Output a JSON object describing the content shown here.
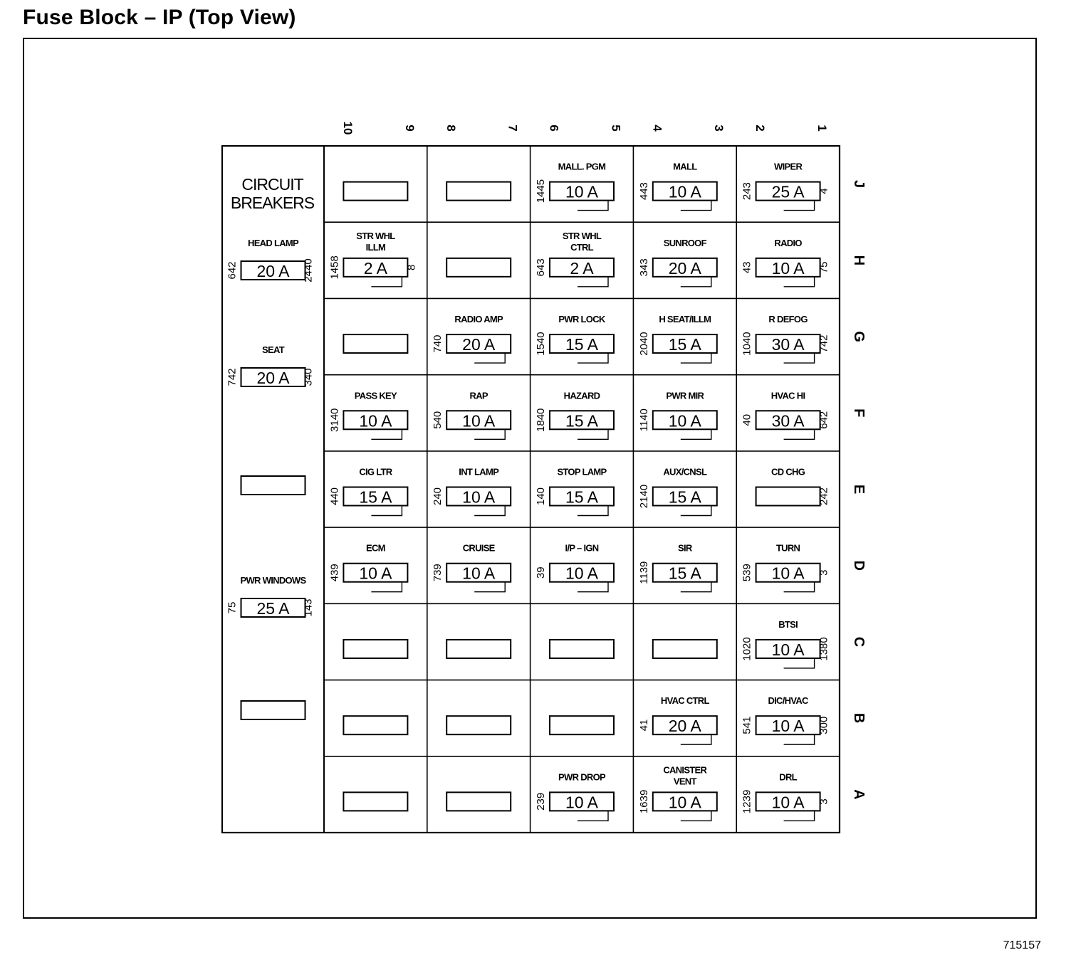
{
  "title": "Fuse Block – IP (Top View)",
  "figure_id": "715157",
  "circuit_breaker_heading": [
    "CIRCUIT",
    "BREAKERS"
  ],
  "column_numbers": [
    "10",
    "9",
    "8",
    "7",
    "6",
    "5",
    "4",
    "3",
    "2",
    "1"
  ],
  "row_letters": [
    "J",
    "H",
    "G",
    "F",
    "E",
    "D",
    "C",
    "B",
    "A"
  ],
  "circuit_breakers": [
    {
      "label": "HEAD LAMP",
      "rating": "20 A",
      "left": "642",
      "right": "2440"
    },
    {
      "label": "SEAT",
      "rating": "20 A",
      "left": "742",
      "right": "340"
    },
    {
      "label": "",
      "rating": "",
      "left": "",
      "right": ""
    },
    {
      "label": "PWR WINDOWS",
      "rating": "25 A",
      "left": "75",
      "right": "143"
    },
    {
      "label": "",
      "rating": "",
      "left": "",
      "right": ""
    }
  ],
  "fuses": [
    [
      {
        "label": "",
        "rating": "",
        "circuit": "",
        "right": ""
      },
      {
        "label": "",
        "rating": "",
        "circuit": "",
        "right": ""
      },
      {
        "label": "MALL. PGM",
        "rating": "10 A",
        "circuit": "1445",
        "right": ""
      },
      {
        "label": "MALL",
        "rating": "10 A",
        "circuit": "443",
        "right": ""
      },
      {
        "label": "WIPER",
        "rating": "25 A",
        "circuit": "243",
        "right": "4"
      }
    ],
    [
      {
        "label": "STR WHL ILLM",
        "rating": "2 A",
        "circuit": "1458",
        "right": "8"
      },
      {
        "label": "",
        "rating": "",
        "circuit": "",
        "right": ""
      },
      {
        "label": "STR WHL CTRL",
        "rating": "2 A",
        "circuit": "643",
        "right": ""
      },
      {
        "label": "SUNROOF",
        "rating": "20 A",
        "circuit": "343",
        "right": ""
      },
      {
        "label": "RADIO",
        "rating": "10 A",
        "circuit": "43",
        "right": "75"
      }
    ],
    [
      {
        "label": "",
        "rating": "",
        "circuit": "",
        "right": ""
      },
      {
        "label": "RADIO AMP",
        "rating": "20 A",
        "circuit": "740",
        "right": ""
      },
      {
        "label": "PWR LOCK",
        "rating": "15 A",
        "circuit": "1540",
        "right": ""
      },
      {
        "label": "H SEAT/ILLM",
        "rating": "15 A",
        "circuit": "2040",
        "right": ""
      },
      {
        "label": "R DEFOG",
        "rating": "30 A",
        "circuit": "1040",
        "right": "742"
      }
    ],
    [
      {
        "label": "PASS KEY",
        "rating": "10 A",
        "circuit": "3140",
        "right": ""
      },
      {
        "label": "RAP",
        "rating": "10 A",
        "circuit": "540",
        "right": ""
      },
      {
        "label": "HAZARD",
        "rating": "15 A",
        "circuit": "1840",
        "right": ""
      },
      {
        "label": "PWR MIR",
        "rating": "10 A",
        "circuit": "1140",
        "right": ""
      },
      {
        "label": "HVAC HI",
        "rating": "30 A",
        "circuit": "40",
        "right": "642"
      }
    ],
    [
      {
        "label": "CIG LTR",
        "rating": "15 A",
        "circuit": "440",
        "right": ""
      },
      {
        "label": "INT LAMP",
        "rating": "10 A",
        "circuit": "240",
        "right": ""
      },
      {
        "label": "STOP LAMP",
        "rating": "15 A",
        "circuit": "140",
        "right": ""
      },
      {
        "label": "AUX/CNSL",
        "rating": "15 A",
        "circuit": "2140",
        "right": ""
      },
      {
        "label": "CD CHG",
        "rating": "",
        "circuit": "",
        "right": "242"
      }
    ],
    [
      {
        "label": "ECM",
        "rating": "10 A",
        "circuit": "439",
        "right": ""
      },
      {
        "label": "CRUISE",
        "rating": "10 A",
        "circuit": "739",
        "right": ""
      },
      {
        "label": "I/P – IGN",
        "rating": "10 A",
        "circuit": "39",
        "right": ""
      },
      {
        "label": "SIR",
        "rating": "15 A",
        "circuit": "1139",
        "right": ""
      },
      {
        "label": "TURN",
        "rating": "10 A",
        "circuit": "539",
        "right": "3"
      }
    ],
    [
      {
        "label": "",
        "rating": "",
        "circuit": "",
        "right": ""
      },
      {
        "label": "",
        "rating": "",
        "circuit": "",
        "right": ""
      },
      {
        "label": "",
        "rating": "",
        "circuit": "",
        "right": ""
      },
      {
        "label": "",
        "rating": "",
        "circuit": "",
        "right": ""
      },
      {
        "label": "BTSI",
        "rating": "10 A",
        "circuit": "1020",
        "right": "1380"
      }
    ],
    [
      {
        "label": "",
        "rating": "",
        "circuit": "",
        "right": ""
      },
      {
        "label": "",
        "rating": "",
        "circuit": "",
        "right": ""
      },
      {
        "label": "",
        "rating": "",
        "circuit": "",
        "right": ""
      },
      {
        "label": "HVAC CTRL",
        "rating": "20 A",
        "circuit": "41",
        "right": ""
      },
      {
        "label": "DIC/HVAC",
        "rating": "10 A",
        "circuit": "541",
        "right": "300"
      }
    ],
    [
      {
        "label": "",
        "rating": "",
        "circuit": "",
        "right": ""
      },
      {
        "label": "",
        "rating": "",
        "circuit": "",
        "right": ""
      },
      {
        "label": "PWR DROP",
        "rating": "10 A",
        "circuit": "239",
        "right": ""
      },
      {
        "label": "CANISTER VENT",
        "rating": "10 A",
        "circuit": "1639",
        "right": ""
      },
      {
        "label": "DRL",
        "rating": "10 A",
        "circuit": "1239",
        "right": "3"
      }
    ]
  ]
}
